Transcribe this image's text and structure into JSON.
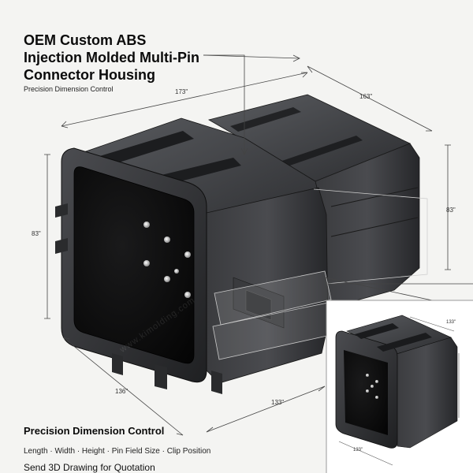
{
  "title_lines": [
    "OEM Custom ABS",
    "Injection Molded Multi-Pin",
    "Connector Housing"
  ],
  "subtitle": "Precision Dimension Control",
  "section_title": "Precision Dimension Control",
  "features": "Length · Width · Height · Pin Field Size · Clip Position",
  "cta": "Send 3D Drawing for Quotation",
  "dimensions": {
    "top_length": "173\"",
    "top_depth": "163\"",
    "left_height": "83\"",
    "right_height": "83\"",
    "bottom_width": "136\"",
    "bottom_length": "133\"",
    "inset_top": "133\"",
    "inset_bottom": "133\""
  },
  "watermark": "www.kimolding.com",
  "colors": {
    "background": "#f4f4f2",
    "housing": "#2b2b2d",
    "housing_highlight": "#55575b",
    "housing_dark": "#141415",
    "dimension_line": "#444444"
  }
}
